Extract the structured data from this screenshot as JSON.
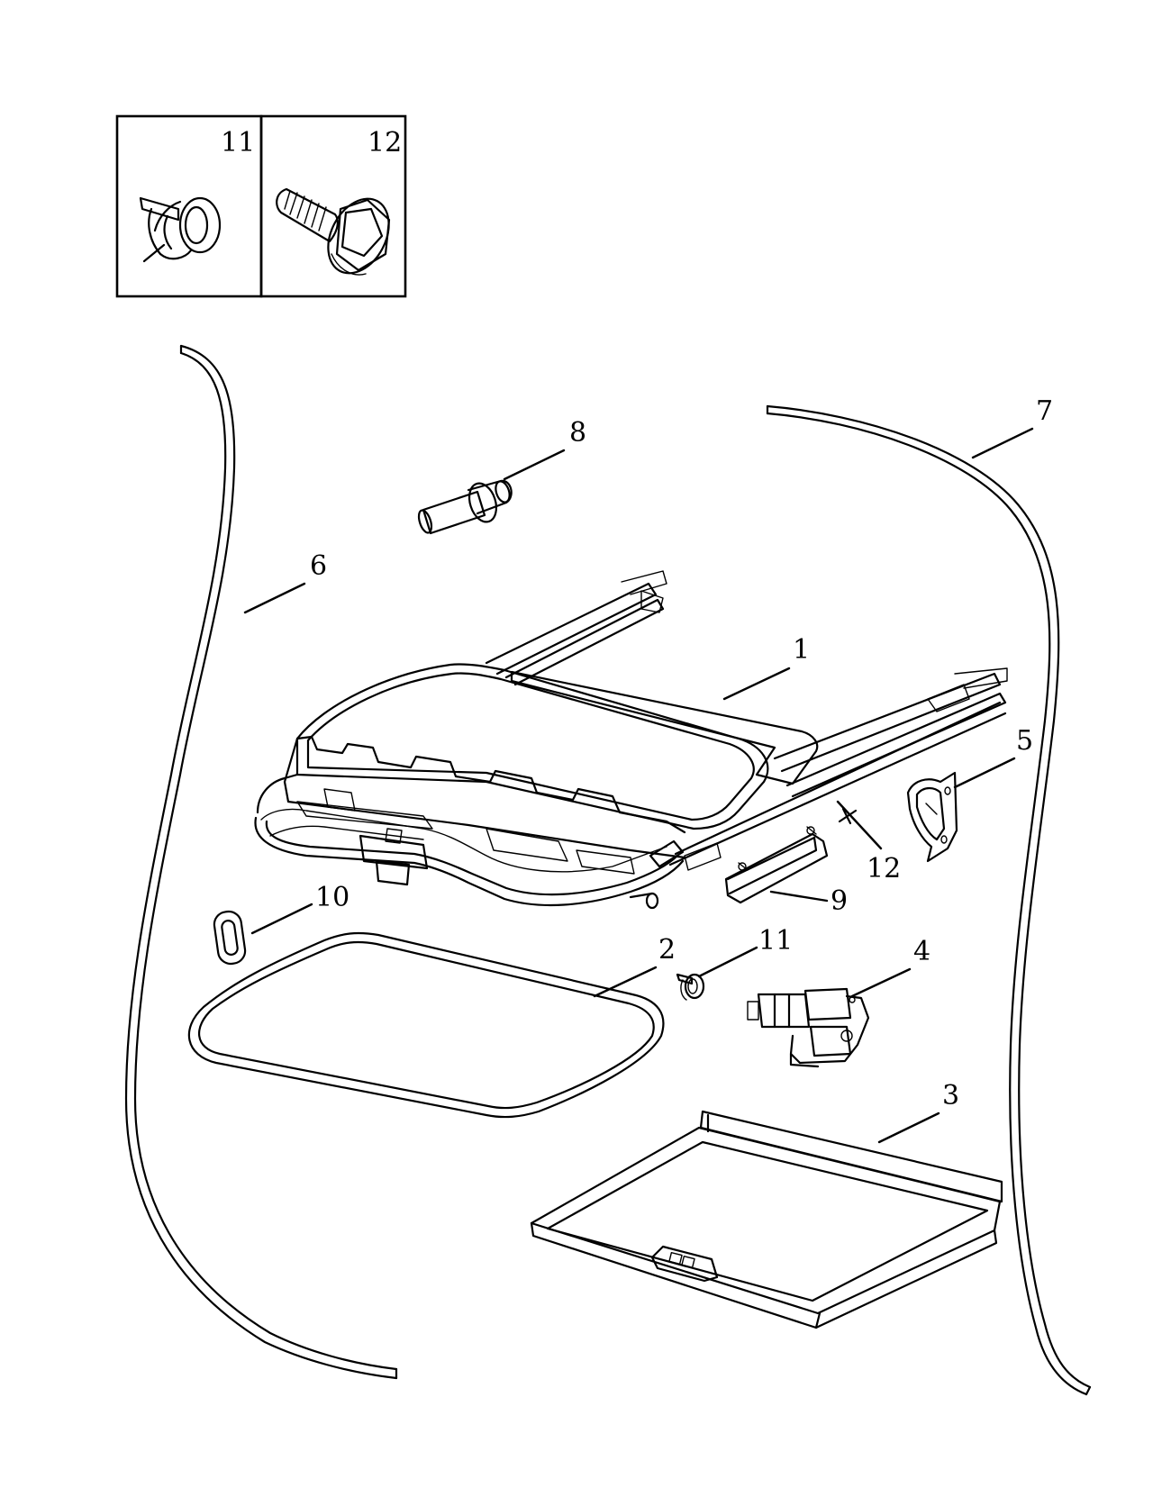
{
  "inset": {
    "cells": [
      {
        "number": "11",
        "icon": "hose-clamp-icon"
      },
      {
        "number": "12",
        "icon": "flange-bolt-icon"
      }
    ]
  },
  "callouts": [
    {
      "number": "1",
      "part": "sunroof-frame-assembly"
    },
    {
      "number": "2",
      "part": "glass-seal"
    },
    {
      "number": "3",
      "part": "sunshade-panel"
    },
    {
      "number": "4",
      "part": "drive-motor"
    },
    {
      "number": "5",
      "part": "mounting-bracket"
    },
    {
      "number": "6",
      "part": "left-drain-hose"
    },
    {
      "number": "7",
      "part": "right-drain-hose"
    },
    {
      "number": "8",
      "part": "drain-connector"
    },
    {
      "number": "9",
      "part": "wind-deflector"
    },
    {
      "number": "10",
      "part": "grommet"
    },
    {
      "number": "11",
      "part": "hose-clamp"
    },
    {
      "number": "12",
      "part": "flange-bolt"
    }
  ]
}
